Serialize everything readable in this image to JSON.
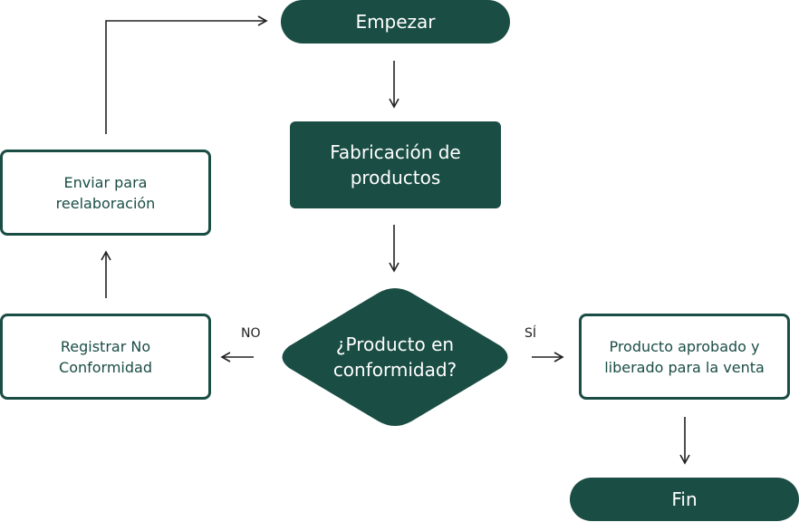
{
  "colors": {
    "primary": "#1a4d44",
    "line": "#222222",
    "background": "#ffffff"
  },
  "nodes": {
    "start": "Empezar",
    "fabrication": "Fabricación de\nproductos",
    "decision": "¿Producto en\nconformidad?",
    "register": "Registrar No\nConformidad",
    "rework": "Enviar para\nreelaboración",
    "approved": "Producto aprobado y\nliberado para la venta",
    "end": "Fin"
  },
  "edge_labels": {
    "no": "NO",
    "yes": "SÍ"
  }
}
